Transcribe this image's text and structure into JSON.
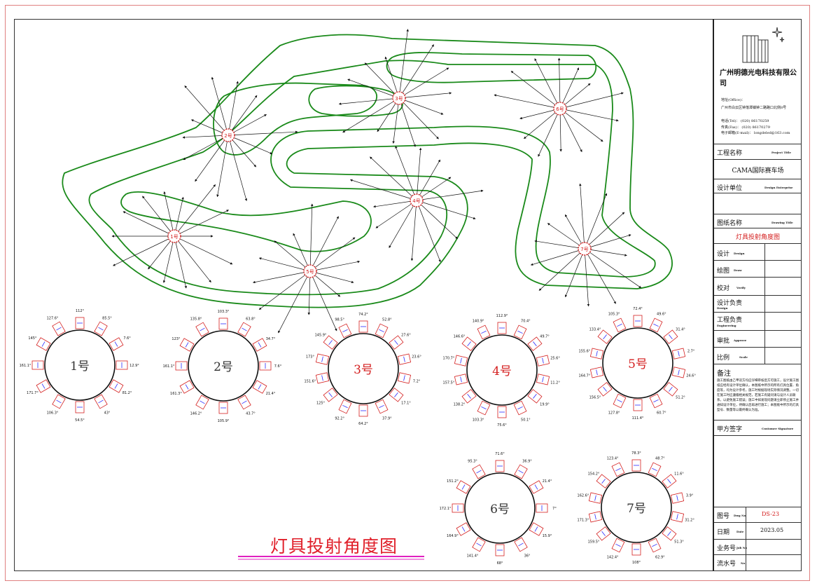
{
  "company": {
    "name": "广州明德光电科技有限公司",
    "address_label": "地址(Office)：",
    "address": "广州市白云区钟落潭镇钟二路路口北侧8号",
    "tel": "电话(Tel)：   (020) 86170259",
    "fax": "传真(Fax)：   (020) 86170279",
    "email": "电子邮箱(E-mail)：  longdeled@163.com"
  },
  "title_block": {
    "project_label": "工程名称",
    "project_label_en": "Project Title",
    "project_value": "CAMA国际赛车场",
    "design_unit_label": "设计单位",
    "design_unit_label_en": "Design Enterprise",
    "drawing_label": "图纸名称",
    "drawing_label_en": "Drawing Title",
    "drawing_value": "灯具投射角度图",
    "design_label": "设计",
    "design_label_en": "Design",
    "draw_label": "绘图",
    "draw_label_en": "Draw",
    "verify_label": "校对",
    "verify_label_en": "Verify",
    "design_lead_label": "设计负责",
    "design_lead_label_en": "Design",
    "eng_lead_label": "工程负责",
    "eng_lead_label_en": "Engineering",
    "approve_label": "审批",
    "approve_label_en": "Approve",
    "scale_label": "比例",
    "scale_label_en": "Scale",
    "notes_label": "备注",
    "notes_text": "施工图纸由乙甲双方均应仔细审核后方可施工，设计施工图纸应经有设计单位确认，本图纸中所示的所有灯具位置、角度等，均为设计参考，施工时根据现场实际情况调整。一切在施工时应遵循相关规范，若施工有疑问请与设计人员联系，以避免施工错误；施工中如发现问题请立即停止施工并通知设计单位，待确认后再进行施工；本图纸中所示的灯具型号、数量等以最终确认为准。",
    "client_label": "甲方签字",
    "client_label_en": "Customer Signature",
    "dwg_no_label": "图号",
    "dwg_no_label_en": "Dwg No",
    "dwg_no_value": "DS-23",
    "date_label": "日期",
    "date_label_en": "Date",
    "date_value": "2023.05",
    "job_label": "业务号",
    "job_label_en": "Job No",
    "serial_label": "流水号",
    "serial_label_en": "No"
  },
  "bottom_title": "灯具投射角度图",
  "poles": [
    {
      "label": "1号",
      "angles": [
        "112°",
        "85.5°",
        "7.6°",
        "12.9°",
        "81.2°",
        "43°",
        "54.5°",
        "106.3°",
        "171.7°",
        "161.1°",
        "145°",
        "127.6°"
      ]
    },
    {
      "label": "2号",
      "angles": [
        "103.3°",
        "63.8°",
        "34.7°",
        "7.6°",
        "21.4°",
        "43.7°",
        "105.9°",
        "146.2°",
        "161.3°",
        "161.1°",
        "123°",
        "135.8°"
      ]
    },
    {
      "label": "3号",
      "angles": [
        "74.2°",
        "52.8°",
        "27.6°",
        "23.6°",
        "7.2°",
        "17.1°",
        "37.9°",
        "64.2°",
        "92.2°",
        "125°",
        "151.6°",
        "173°",
        "145.9°",
        "98.5°"
      ]
    },
    {
      "label": "4号",
      "angles": [
        "112.9°",
        "70.4°",
        "49.7°",
        "25.6°",
        "11.2°",
        "19.9°",
        "50.1°",
        "75.6°",
        "103.3°",
        "138.2°",
        "157.5°",
        "170.7°",
        "146.6°",
        "140.9°"
      ]
    },
    {
      "label": "5号",
      "angles": [
        "72.4°",
        "49.6°",
        "31.4°",
        "2.7°",
        "24.6°",
        "51.2°",
        "60.7°",
        "111.4°",
        "127.8°",
        "156.5°",
        "164.7°",
        "155.6°",
        "133.4°",
        "105.3°"
      ]
    },
    {
      "label": "6号",
      "angles": [
        "71.6°",
        "36.9°",
        "21.4°",
        "7°",
        "15.9°",
        "36°",
        "68°",
        "141.4°",
        "164.9°",
        "172.1°",
        "151.2°",
        "95.3°"
      ]
    },
    {
      "label": "7号",
      "angles": [
        "78.3°",
        "48.7°",
        "11.6°",
        "3.9°",
        "31.2°",
        "51.3°",
        "62.9°",
        "108°",
        "142.4°",
        "159.5°",
        "171.3°",
        "162.6°",
        "154.2°",
        "123.4°"
      ]
    }
  ],
  "track_pole_labels": [
    "1号",
    "2号",
    "3号",
    "4号",
    "5号",
    "6号",
    "7号"
  ],
  "colors": {
    "track": "#1a8a1a",
    "pole": "#d42020",
    "arrow": "#111111",
    "frame": "#e08080",
    "fixture_text": "#2a2aff"
  }
}
